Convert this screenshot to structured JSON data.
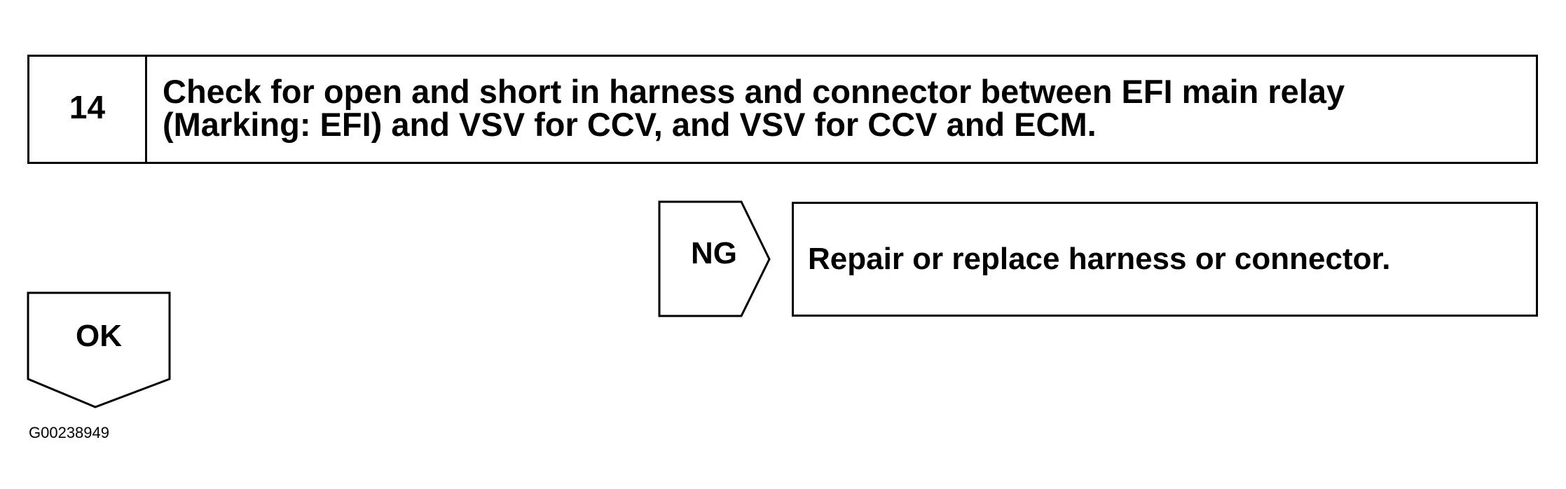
{
  "step": {
    "number": "14",
    "text_line1": "Check for open and short in harness and connector between EFI main relay",
    "text_line2": "(Marking: EFI) and VSV for CCV, and VSV for CCV and ECM."
  },
  "ng_branch": {
    "label": "NG",
    "action": "Repair or replace harness or connector."
  },
  "ok_branch": {
    "label": "OK"
  },
  "figure_id": "G00238949"
}
